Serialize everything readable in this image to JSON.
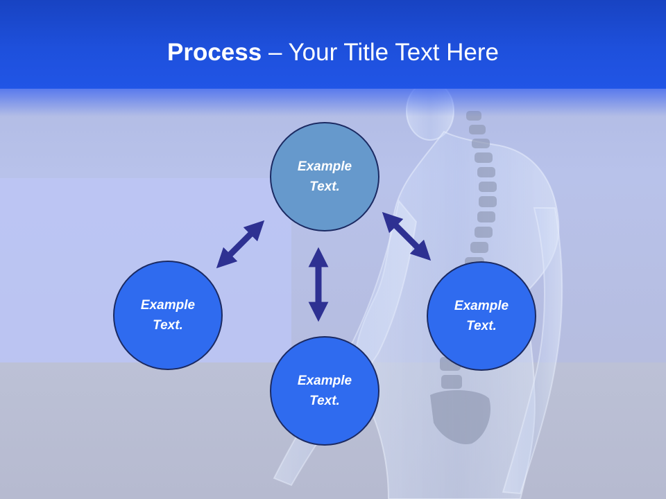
{
  "title": {
    "bold": "Process",
    "rest": " – Your Title Text Here"
  },
  "nodes": {
    "top": {
      "line1": "Example",
      "line2": "Text."
    },
    "left": {
      "line1": "Example",
      "line2": "Text."
    },
    "bottom": {
      "line1": "Example",
      "line2": "Text."
    },
    "right": {
      "line1": "Example",
      "line2": "Text."
    }
  },
  "colors": {
    "header": "#1e50dc",
    "node_top": "#6699cc",
    "node_other": "#2f6bef",
    "arrow": "#2e3192"
  }
}
